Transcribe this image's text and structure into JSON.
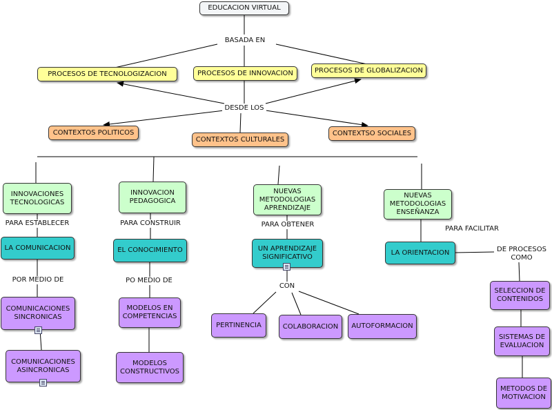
{
  "colors": {
    "root": "#f3f5f7",
    "yellow": "#ffff99",
    "orange": "#ffc28a",
    "green": "#ccffcc",
    "teal": "#33cccc",
    "purple": "#cc99ff"
  },
  "root": "EDUCACION VIRTUAL",
  "links": {
    "basada_en": "BASADA EN",
    "desde_los": "DESDE LOS",
    "para_establecer": "PARA ESTABLECER",
    "por_medio_de": "POR MEDIO DE",
    "para_construir": "PARA CONSTRUIR",
    "po_medio_de": "PO MEDIO DE",
    "para_obtener": "PARA OBTENER",
    "con": "CON",
    "para_facilitar": "PARA FACILITAR",
    "de_procesos_como": "DE PROCESOS\nCOMO"
  },
  "procesos": {
    "tecnologizacion": "PROCESOS DE TECNOLOGIZACION",
    "innovacion": "PROCESOS DE INNOVACION",
    "globalizacion": "PROCESOS DE GLOBALIZACION"
  },
  "contextos": {
    "politicos": "CONTEXTOS POLITICOS",
    "culturales": "CONTEXTOS CULTURALES",
    "sociales": "CONTEXTSO SOCIALES"
  },
  "columns": {
    "innov_tec": "INNOVACIONES\nTECNOLOGICAS",
    "innov_ped": "INNOVACION\nPEDAGOGICA",
    "nuevas_aprendizaje": "NUEVAS\nMETODOLOGIAS\nAPRENDIZAJE",
    "nuevas_ensenanza": "NUEVAS\nMETODOLOGIAS\nENSEÑANZA"
  },
  "targets": {
    "comunicacion": "LA COMUNICACION",
    "conocimiento": "EL CONOCIMIENTO",
    "aprendizaje_sig": "UN APRENDIZAJE\nSIGNIFICATIVO",
    "orientacion": "LA ORIENTACION"
  },
  "leaves": {
    "sincronicas": "COMUNICACIONES\nSINCRONICAS",
    "asincronicas": "COMUNICACIONES\nASINCRONICAS",
    "modelos_comp": "MODELOS EN\nCOMPETENCIAS",
    "modelos_const": "MODELOS\nCONSTRUCTIVOS",
    "pertinencia": "PERTINENCIA",
    "colaboracion": "COLABORACION",
    "autoformacion": "AUTOFORMACION",
    "seleccion": "SELECCION DE\nCONTENIDOS",
    "sistemas": "SISTEMAS DE\nEVALUACION",
    "metodos": "METODOS DE\nMOTIVACION"
  }
}
